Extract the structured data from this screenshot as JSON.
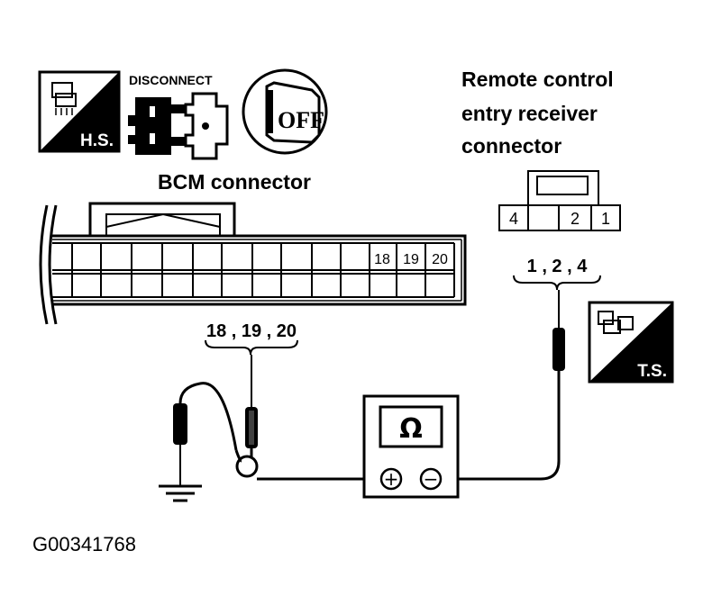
{
  "icons": {
    "hs_label": "H.S.",
    "disconnect_label": "DISCONNECT",
    "off_label": "OFF",
    "ts_label": "T.S."
  },
  "bcm": {
    "title": "BCM connector",
    "pins": [
      "18",
      "19",
      "20"
    ],
    "probe_label": "18 , 19 , 20"
  },
  "receiver": {
    "title_lines": [
      "Remote control",
      "entry receiver",
      "connector"
    ],
    "pins": [
      "4",
      "2",
      "1"
    ],
    "probe_label": "1 , 2 , 4"
  },
  "meter": {
    "symbol": "Ω",
    "plus": "+",
    "minus": "−"
  },
  "figure_id": "G00341768"
}
